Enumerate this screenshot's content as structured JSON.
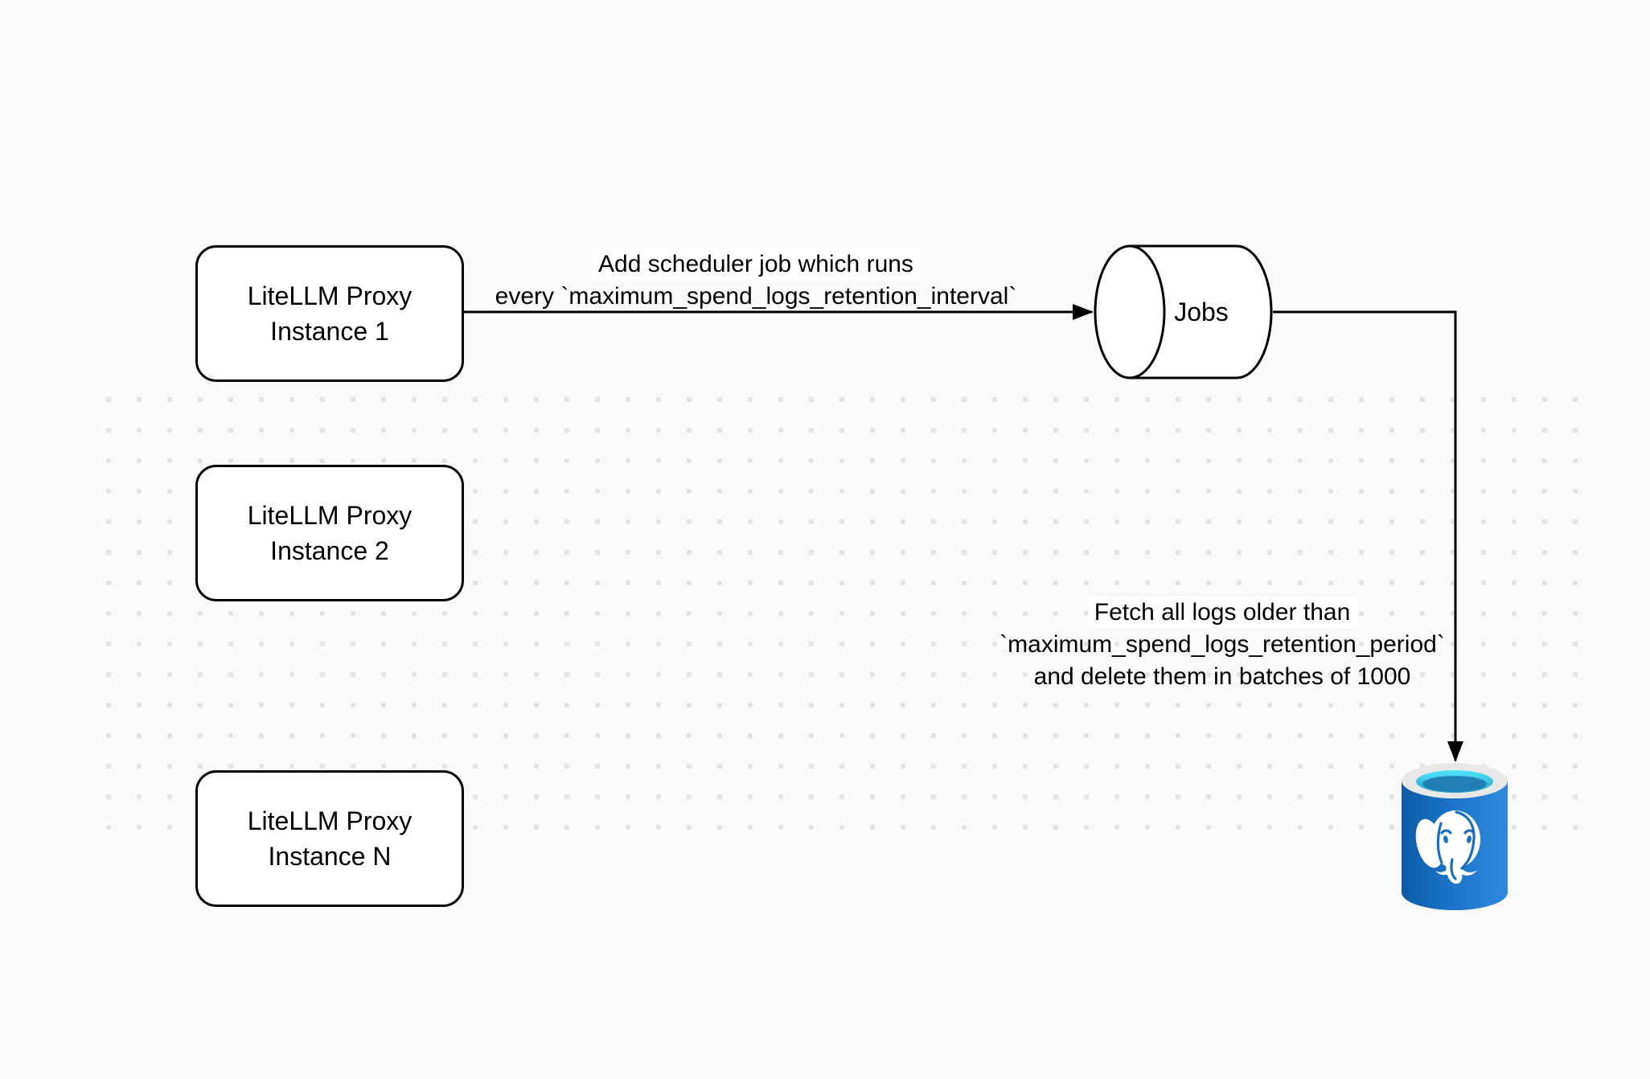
{
  "nodes": {
    "proxy1": {
      "line1": "LiteLLM Proxy",
      "line2": "Instance 1"
    },
    "proxy2": {
      "line1": "LiteLLM Proxy",
      "line2": "Instance 2"
    },
    "proxyN": {
      "line1": "LiteLLM Proxy",
      "line2": "Instance N"
    },
    "jobs": {
      "label": "Jobs"
    },
    "postgres": {
      "icon": "postgresql-database-icon"
    }
  },
  "edges": {
    "scheduler": {
      "line1": "Add scheduler job which runs",
      "line2": "every `maximum_spend_logs_retention_interval`"
    },
    "cleanup": {
      "line1": "Fetch all logs older than",
      "line2": "`maximum_spend_logs_retention_period`",
      "line3": "and delete them in batches of 1000"
    }
  },
  "colors": {
    "canvas_bg": "#fafafa",
    "dot_color": "#e4e4e4",
    "stroke": "#000000",
    "postgres_body_dark": "#0d5ca6",
    "postgres_body_mid": "#1e77cd",
    "postgres_body_light": "#2e89dc",
    "postgres_rim": "#e8e8e8",
    "postgres_liquid_top": "#50e6ff",
    "postgres_liquid_bottom": "#29a0c8",
    "postgres_liquid_deep": "#2080b5",
    "postgres_detail": "#1b6fc0"
  }
}
